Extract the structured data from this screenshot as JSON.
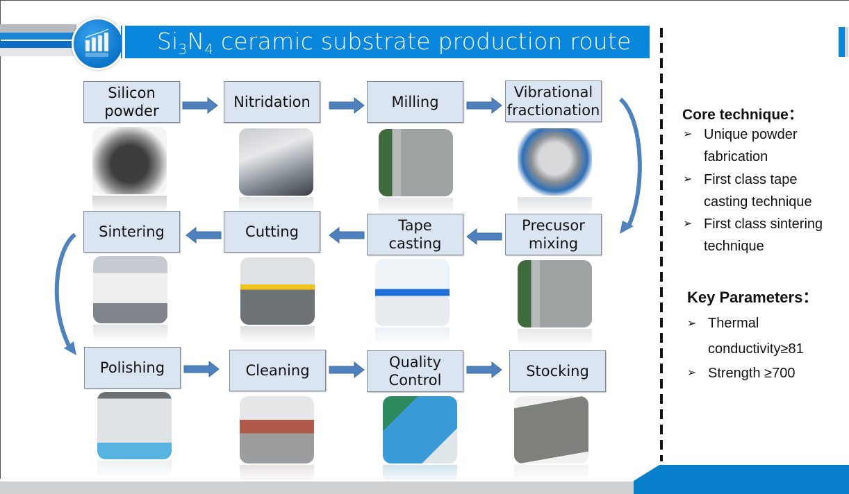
{
  "header": {
    "title_prefix": "Si",
    "title_sub1": "3",
    "title_mid": "N",
    "title_sub2": "4",
    "title_suffix": " ceramic substrate production route",
    "logo_icon": "bar-chart-growth-icon"
  },
  "colors": {
    "accent_blue": "#0a86dd",
    "box_fill": "#dbe5f1",
    "arrow_blue": "#4f81bd",
    "footer_gray": "#cfd0d2"
  },
  "steps": [
    {
      "label": "Silicon\npowder",
      "photo": "silicon-powder-photo"
    },
    {
      "label": "Nitridation",
      "photo": "nitridation-furnace-photo"
    },
    {
      "label": "Milling",
      "photo": "ball-mill-photo"
    },
    {
      "label": "Vibrational\nfractionation",
      "photo": "vibrating-sieve-photo"
    },
    {
      "label": "Precusor\nmixing",
      "photo": "mixing-drum-photo"
    },
    {
      "label": "Tape\ncasting",
      "photo": "tape-casting-line-photo"
    },
    {
      "label": "Cutting",
      "photo": "cutting-press-photo"
    },
    {
      "label": "Sintering",
      "photo": "sintering-furnace-photo"
    },
    {
      "label": "Polishing",
      "photo": "polishing-machine-photo"
    },
    {
      "label": "Cleaning",
      "photo": "cleaning-machine-photo"
    },
    {
      "label": "Quality\nControl",
      "photo": "quality-inspection-photo"
    },
    {
      "label": "Stocking",
      "photo": "substrate-sheets-photo"
    }
  ],
  "panel": {
    "core_heading": "Core technique：",
    "core_items": [
      "Unique powder fabrication",
      "First class tape casting technique",
      "First class sintering technique"
    ],
    "params_heading": "Key Parameters：",
    "params_items": [
      "Thermal conductivity≥81",
      "Strength ≥700"
    ],
    "bullet": "➢"
  }
}
